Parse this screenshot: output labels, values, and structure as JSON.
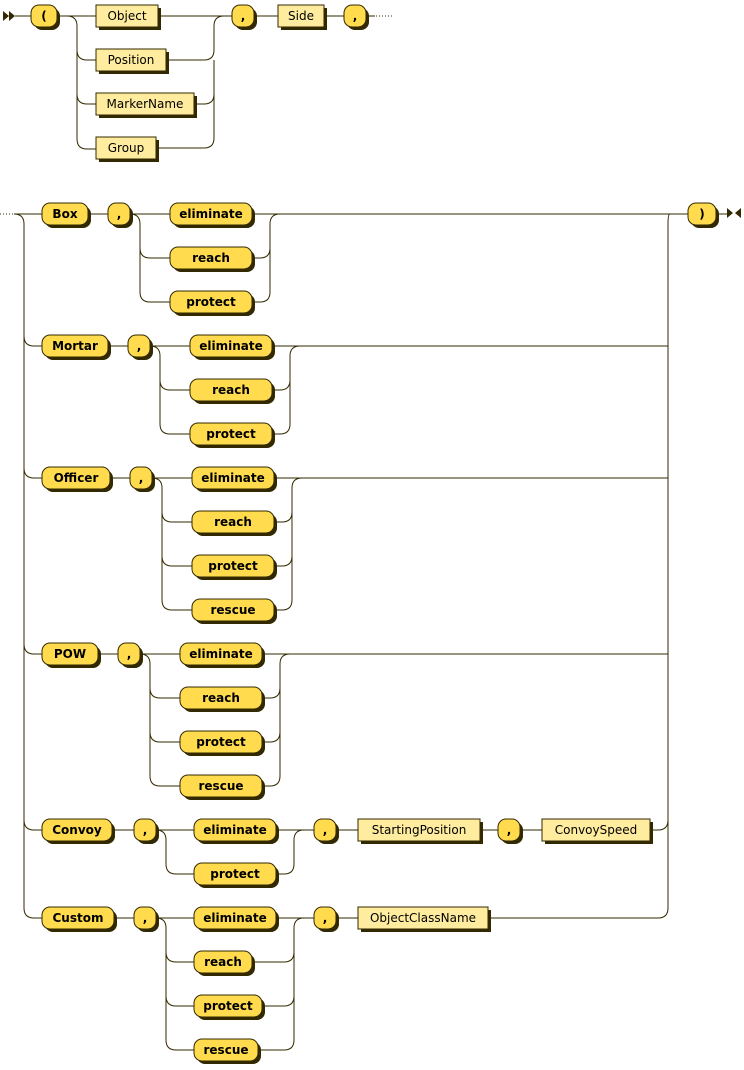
{
  "terminals": {
    "lparen": "(",
    "rparen": ")",
    "comma": ",",
    "box": "Box",
    "mortar": "Mortar",
    "officer": "Officer",
    "pow": "POW",
    "convoy": "Convoy",
    "custom": "Custom",
    "eliminate": "eliminate",
    "reach": "reach",
    "protect": "protect",
    "rescue": "rescue"
  },
  "nonterminals": {
    "object": "Object",
    "position": "Position",
    "marker_name": "MarkerName",
    "group": "Group",
    "side": "Side",
    "starting_position": "StartingPosition",
    "convoy_speed": "ConvoySpeed",
    "object_class_name": "ObjectClassName"
  }
}
